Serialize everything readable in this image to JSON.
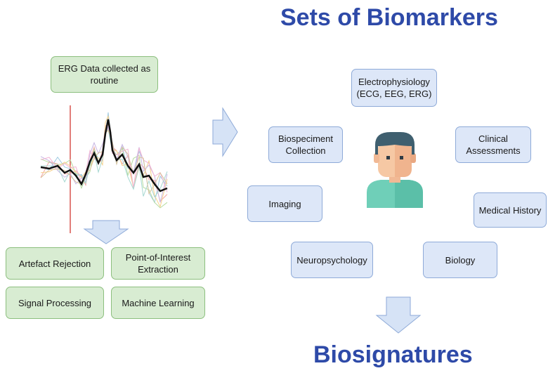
{
  "title": "Sets of Biomarkers",
  "left": {
    "source_label": "ERG Data collected as routine",
    "methods": [
      "Artefact Rejection",
      "Point-of-Interest Extraction",
      "Signal Processing",
      "Machine Learning"
    ]
  },
  "biomarkers": {
    "electrophysiology": "Electrophysiology (ECG, EEG, ERG)",
    "biospecimen": "Biospeciment Collection",
    "clinical": "Clinical Assessments",
    "imaging": "Imaging",
    "medical_history": "Medical History",
    "neuropsychology": "Neuropsychology",
    "biology": "Biology"
  },
  "output": "Biosignatures",
  "colors": {
    "title": "#2e4aa8",
    "green_box": "#d8ecd2",
    "blue_box": "#dde7f8",
    "arrow": "#d6e3f6",
    "erg_trace_mean": "#111111",
    "erg_marker": "#d9534f",
    "avatar_skin": "#f6c8a4",
    "avatar_hair": "#3f5f6f",
    "avatar_shirt": "#6fcfb8"
  },
  "icons": [
    "person-avatar-icon",
    "right-arrow-icon",
    "down-arrow-icon"
  ]
}
